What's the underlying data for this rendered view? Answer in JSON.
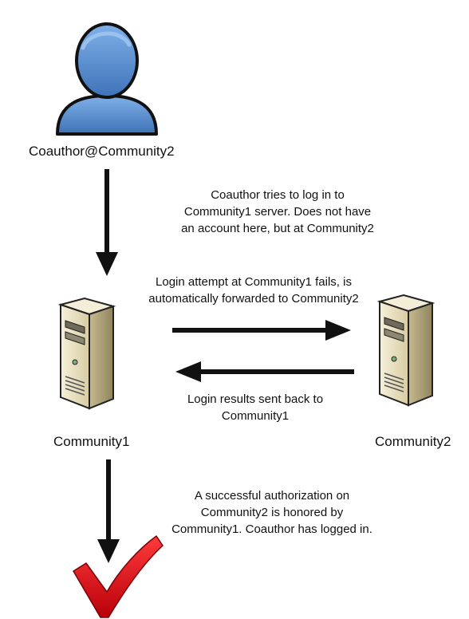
{
  "nodes": {
    "user": {
      "label": "Coauthor@Community2",
      "icon": "user-icon"
    },
    "server1": {
      "label": "Community1",
      "icon": "server-icon"
    },
    "server2": {
      "label": "Community2",
      "icon": "server-icon"
    },
    "result": {
      "icon": "checkmark-icon"
    }
  },
  "captions": {
    "login_attempt": [
      "Coauthor tries to log in to",
      "Community1 server. Does not have",
      "an account here, but at Community2"
    ],
    "forward": [
      "Login attempt at Community1 fails, is",
      "automatically forwarded to Community2"
    ],
    "results_back": [
      "Login results sent back to",
      "Community1"
    ],
    "success": [
      "A successful authorization on",
      "Community2 is honored by",
      "Community1. Coauthor has logged in."
    ]
  },
  "colors": {
    "user_fill": "#5b8fd0",
    "user_outline": "#111111",
    "server_body": "#ece3c6",
    "server_shadow": "#b9ad86",
    "checkmark": "#e0141e",
    "arrow": "#111111"
  }
}
